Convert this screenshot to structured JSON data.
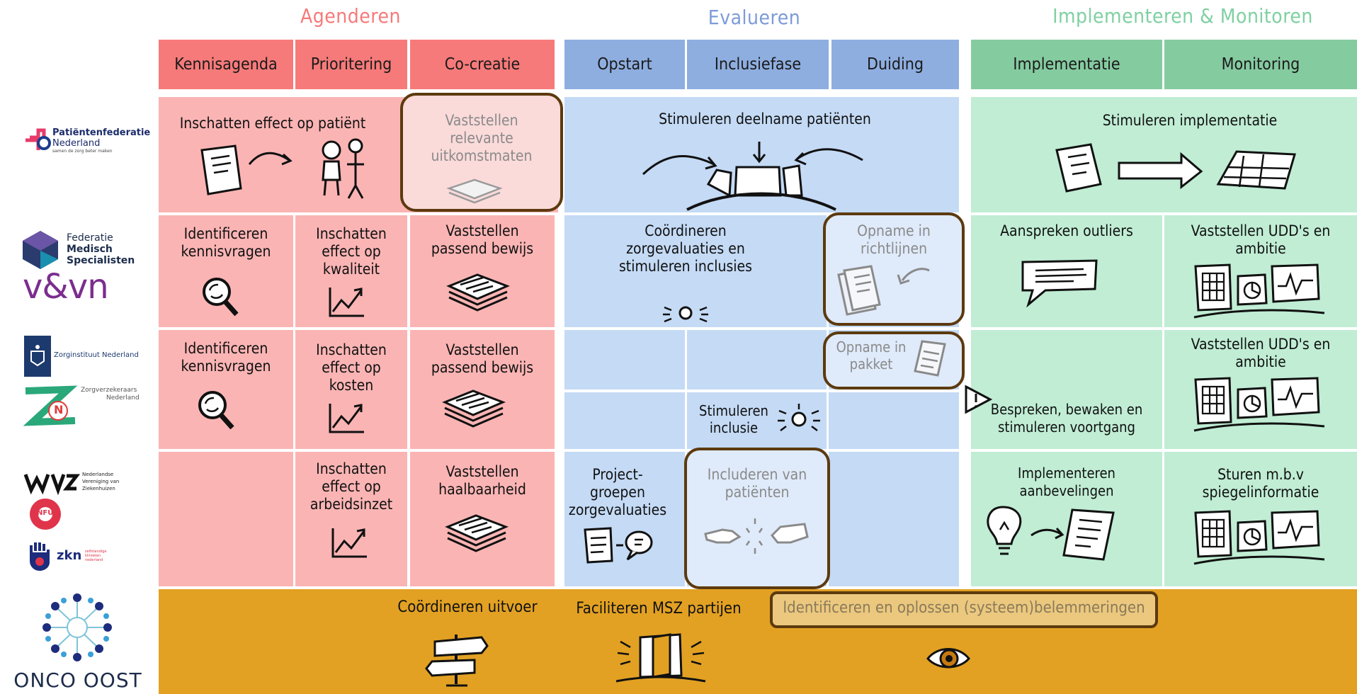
{
  "phases": [
    {
      "label": "Agenderen",
      "color": "#f77a7a"
    },
    {
      "label": "Evalueren",
      "color": "#7d9bd9"
    },
    {
      "label": "Implementeren & Monitoren",
      "color": "#7fd0a2"
    }
  ],
  "headers": [
    "Kennisagenda",
    "Prioritering",
    "Co-creatie",
    "Opstart",
    "Inclusiefase",
    "Duiding",
    "Implementatie",
    "Monitoring"
  ],
  "cells": {
    "effect_patient": "Inschatten effect op patiënt",
    "uitkomstmaten": "Vaststellen relevante uitkomstmaten",
    "deelname": "Stimuleren deelname patiënten",
    "stim_impl": "Stimuleren implementatie",
    "kennis1": "Identificeren kennisvragen",
    "kwaliteit": "Inschatten effect op kwaliteit",
    "bewijs1": "Vaststellen passend bewijs",
    "coordineren": "Coördineren zorgevaluaties en stimuleren inclusies",
    "richtlijnen": "Opname in richtlijnen",
    "outliers": "Aanspreken outliers",
    "udd1": "Vaststellen UDD's en ambitie",
    "kennis2": "Identificeren kennisvragen",
    "kosten": "Inschatten effect op kosten",
    "bewijs2": "Vaststellen passend bewijs",
    "pakket": "Opname in pakket",
    "udd2": "Vaststellen UDD's en ambitie",
    "stim_inclusie": "Stimuleren inclusie",
    "voortgang": "Bespreken, bewaken en stimuleren voortgang",
    "arbeid": "Inschatten effect op arbeidsinzet",
    "haalbaarheid": "Vaststellen haalbaarheid",
    "projectgroepen": "Project-groepen zorgevaluaties",
    "includeren": "Includeren van patiënten",
    "aanbevelingen": "Implementeren aanbevelingen",
    "spiegel": "Sturen m.b.v spiegelinformatie"
  },
  "bottom": {
    "uitvoer": "Coördineren uitvoer",
    "msz": "Faciliteren MSZ partijen",
    "belemmeringen": "Identificeren en oplossen (systeem)belemmeringen"
  },
  "logos": {
    "pf_line1": "Patiëntenfederatie",
    "pf_line2": "Nederland",
    "pf_tag": "samen de zorg beter maken",
    "fms_line1": "Federatie",
    "fms_line2": "Medisch",
    "fms_line3": "Specialisten",
    "venvn": "v&vn",
    "zin": "Zorginstituut Nederland",
    "zn_line1": "Zorgverzekeraars",
    "zn_line2": "Nederland",
    "zn_mark": "N",
    "nvz_line1": "Nederlandse",
    "nvz_line2": "Vereniging van",
    "nvz_line3": "Ziekenhuizen",
    "nfu": "NFU",
    "zkn": "zkn",
    "zkn_tag": "zelfstandige klinieken nederland",
    "onco": "ONCO OOST"
  },
  "colors": {
    "agenderen_header": "#f77a7a",
    "agenderen_cell": "#fbb4b4",
    "evalueren_header": "#8eaee0",
    "evalueren_cell": "#c4daf5",
    "impl_header": "#85cba0",
    "impl_cell": "#c0edd4",
    "bottom_band": "#e2a123",
    "highlight_border": "#5c3a0e"
  }
}
